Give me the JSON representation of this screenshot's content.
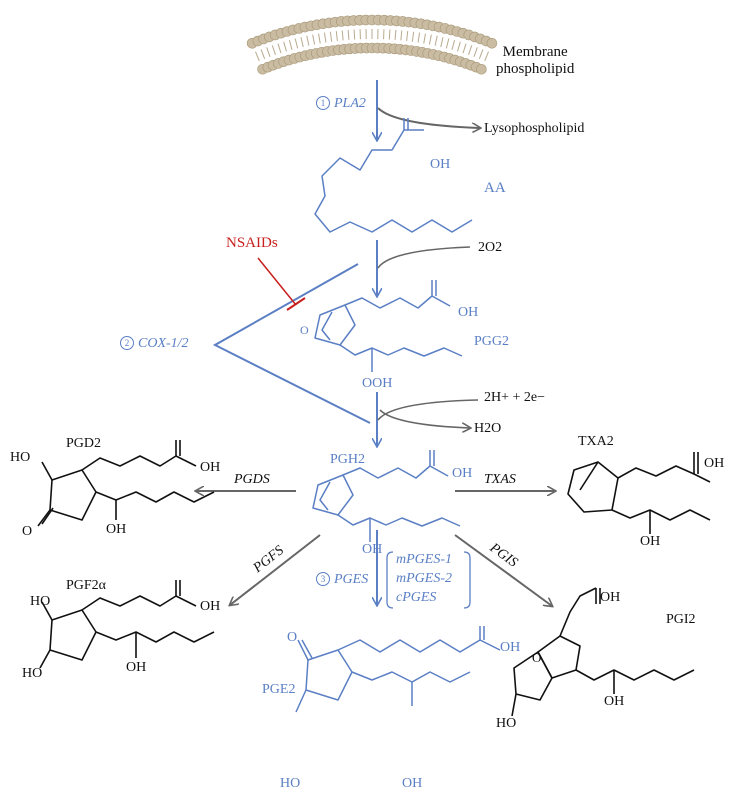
{
  "membrane": {
    "label": "Membrane\nphospholipid"
  },
  "lyso": "Lysophospholipid",
  "steps": {
    "pla2": {
      "num": "1",
      "name": "PLA2"
    },
    "cox": {
      "num": "2",
      "name": "COX-1/2"
    },
    "pges": {
      "num": "3",
      "name": "PGES"
    }
  },
  "inhibitor": "NSAIDs",
  "cofactors": {
    "o2": "2O2",
    "electrons": "2H+ + 2e−",
    "water": "H2O"
  },
  "molecules": {
    "aa": "AA",
    "pgg2": "PGG2",
    "pgh2": "PGH2",
    "pgd2": "PGD2",
    "txa2": "TXA2",
    "pgf2a": "PGF2α",
    "pgi2": "PGI2",
    "pge2": "PGE2"
  },
  "enzymes": {
    "pgds": "PGDS",
    "txas": "TXAS",
    "pgfs": "PGFS",
    "pgis": "PGIS"
  },
  "pges_isoforms": [
    "mPGES-1",
    "mPGES-2",
    "cPGES"
  ],
  "groups": {
    "oh": "OH",
    "ooh": "OOH",
    "ho": "HO",
    "o": "O"
  },
  "colors": {
    "blue": "#5b7fc4",
    "gray": "#666666",
    "red": "#c8201e",
    "bead": "#c9bca2",
    "black": "#111111"
  }
}
